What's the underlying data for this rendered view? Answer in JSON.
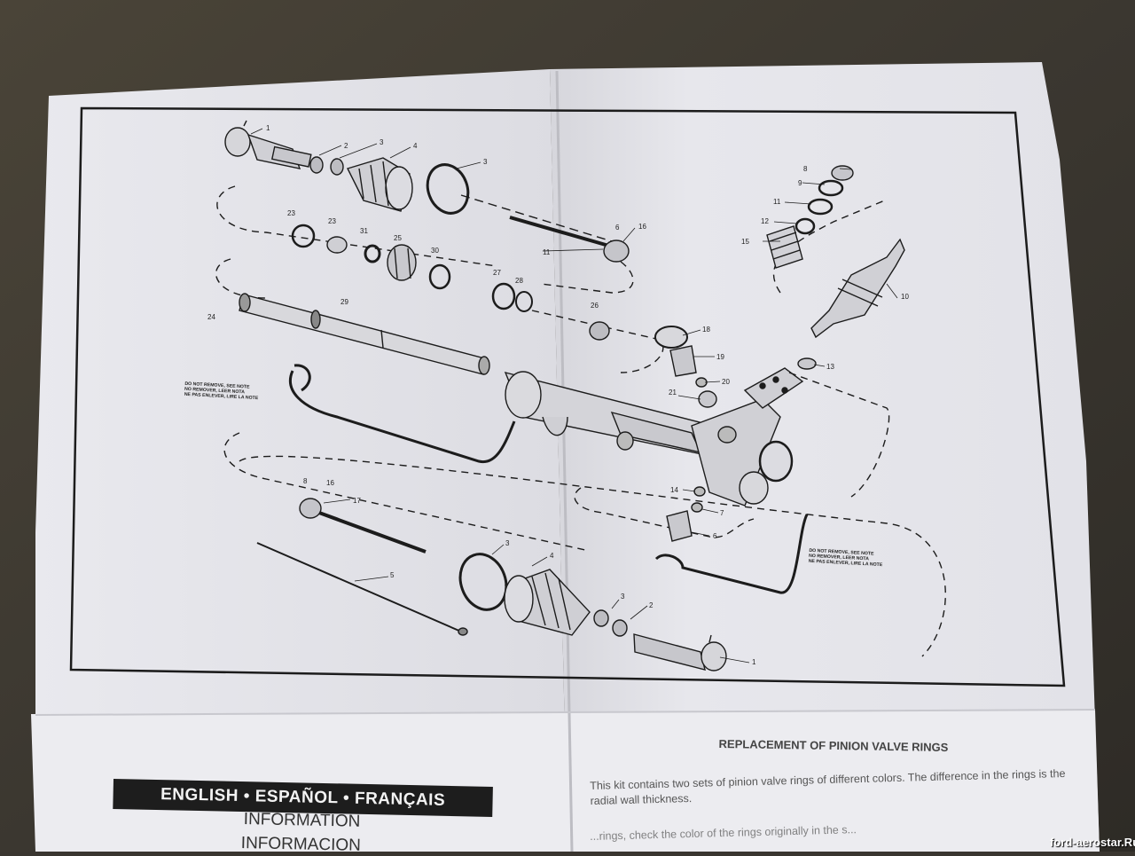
{
  "document": {
    "banner": "ENGLISH • ESPAÑOL • FRANÇAIS",
    "info_lines": [
      "INFORMATION",
      "INFORMACION"
    ],
    "section_title": "REPLACEMENT OF PINION VALVE RINGS",
    "body_text": "This kit contains two sets of pinion valve rings of different colors.  The difference in the rings is the radial wall thickness.",
    "body_text_partial": "...rings, check the color of the rings originally in the s..."
  },
  "watermark": "ford-aerostar.Ru",
  "diagram": {
    "part_labels": [
      "1",
      "2",
      "3",
      "4",
      "3",
      "6",
      "16",
      "11",
      "23",
      "23",
      "31",
      "25",
      "30",
      "27",
      "28",
      "24",
      "29",
      "26",
      "8",
      "9",
      "11",
      "12",
      "15",
      "10",
      "13",
      "18",
      "19",
      "20",
      "21",
      "14",
      "7",
      "6",
      "8",
      "16",
      "17",
      "5",
      "3",
      "4",
      "3",
      "2",
      "1"
    ],
    "warning_notes": [
      "DO NOT REMOVE, SEE NOTE\nNO REMOVER, LEER NOTA\nNE PAS ENLEVER, LIRE LA NOTE",
      "DO NOT REMOVE, SEE NOTE\nNO REMOVER, LEER NOTA\nNE PAS ENLEVER, LIRE LA NOTE"
    ]
  },
  "colors": {
    "paper": "#e6e6ea",
    "paper_shadow": "#c9c9cf",
    "ink": "#1c1c1c",
    "background": "#3a3630",
    "banner": "#1d1d1d"
  }
}
